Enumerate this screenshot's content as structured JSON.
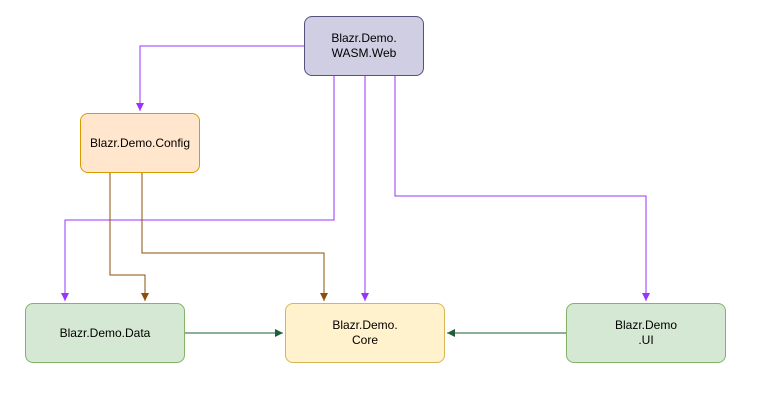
{
  "colors": {
    "purple_arrow": "#9933FF",
    "brown_arrow": "#8B4E0B",
    "green_arrow": "#1E5E3A",
    "wasm_fill": "#D0CEE2",
    "wasm_stroke": "#56517E",
    "config_fill": "#FFE6CC",
    "config_stroke": "#D79B00",
    "data_fill": "#D5E8D4",
    "data_stroke": "#82B366",
    "core_fill": "#FFF2CC",
    "core_stroke": "#D6B656",
    "ui_fill": "#D5E8D4",
    "ui_stroke": "#82B366"
  },
  "nodes": {
    "wasm": {
      "line1": "Blazr.Demo.",
      "line2": "WASM.Web"
    },
    "config": {
      "line1": "Blazr.Demo.Config"
    },
    "data": {
      "line1": "Blazr.Demo.Data"
    },
    "core": {
      "line1": "Blazr.Demo.",
      "line2": "Core"
    },
    "ui": {
      "line1": "Blazr.Demo",
      "line2": ".UI"
    }
  },
  "edges": [
    {
      "from": "wasm",
      "to": "config",
      "color": "purple"
    },
    {
      "from": "wasm",
      "to": "data",
      "color": "purple"
    },
    {
      "from": "wasm",
      "to": "core",
      "color": "purple"
    },
    {
      "from": "wasm",
      "to": "ui",
      "color": "purple"
    },
    {
      "from": "config",
      "to": "data",
      "color": "brown"
    },
    {
      "from": "config",
      "to": "core",
      "color": "brown"
    },
    {
      "from": "data",
      "to": "core",
      "color": "green"
    },
    {
      "from": "ui",
      "to": "core",
      "color": "green"
    }
  ]
}
